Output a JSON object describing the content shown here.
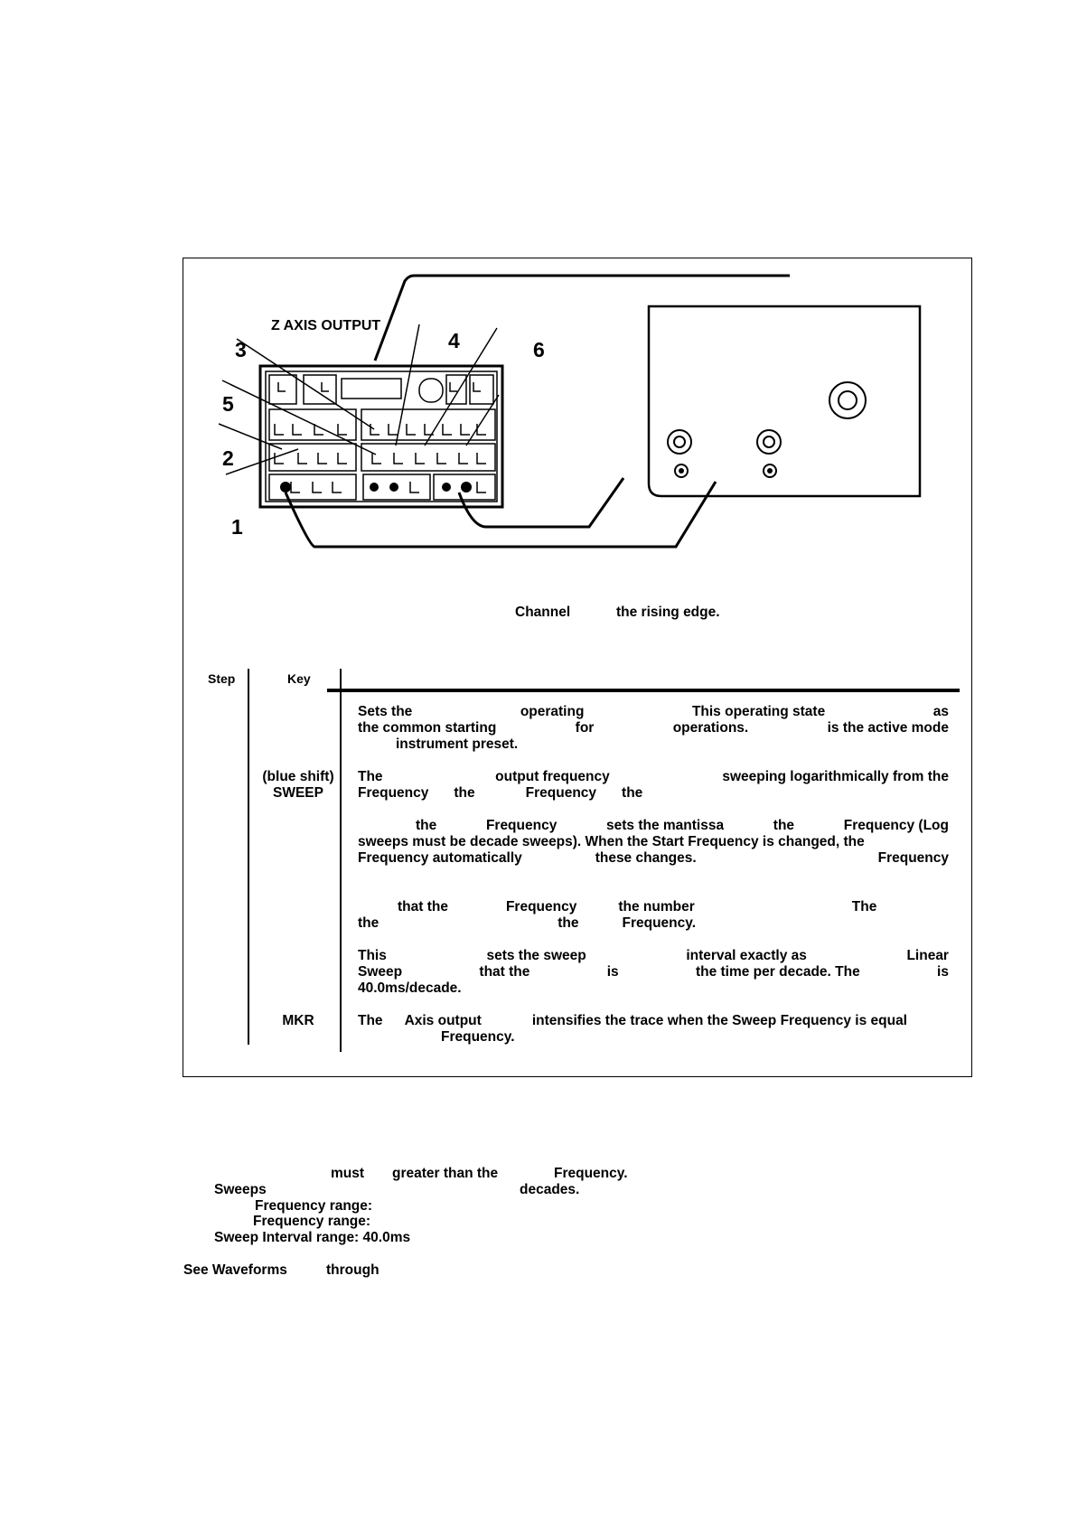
{
  "figure": {
    "z_axis_label": "Z AXIS OUTPUT",
    "callouts": [
      "1",
      "2",
      "3",
      "4",
      "5",
      "6"
    ],
    "caption_left": "Channel",
    "caption_right": "the rising edge."
  },
  "table": {
    "headers": {
      "step": "Step",
      "key": "Key"
    },
    "rows": [
      {
        "key": "",
        "lines": [
          [
            "Sets the",
            "operating",
            "This operating state",
            "as"
          ],
          [
            "the common starting",
            "for",
            "operations.",
            "is the active mode"
          ],
          [
            "instrument preset."
          ]
        ]
      },
      {
        "key": "(blue shift)\nSWEEP",
        "lines": [
          [
            "The",
            "output frequency",
            "sweeping logarithmically from the"
          ],
          [
            "Frequency",
            "the",
            "Frequency",
            "the"
          ]
        ]
      },
      {
        "key": "",
        "lines": [
          [
            "the",
            "Frequency",
            "sets the mantissa",
            "the",
            "Frequency (Log"
          ],
          [
            "sweeps must be decade sweeps). When the Start Frequency is changed, the"
          ],
          [
            "Frequency automatically",
            "these changes.",
            "Frequency"
          ]
        ]
      },
      {
        "key": "",
        "lines": [
          [
            "that the",
            "Frequency",
            "the number",
            "The"
          ],
          [
            "the",
            "the",
            "Frequency."
          ]
        ]
      },
      {
        "key": "",
        "lines": [
          [
            "This",
            "sets the sweep",
            "interval exactly as",
            "Linear"
          ],
          [
            "Sweep",
            "that the",
            "is",
            "the time per decade. The",
            "is"
          ],
          [
            "40.0ms/decade."
          ]
        ]
      },
      {
        "key": "MKR",
        "lines": [
          [
            "The",
            "Axis output",
            "intensifies the trace when the Sweep Frequency is equal"
          ],
          [
            "Frequency."
          ]
        ]
      }
    ]
  },
  "notes": {
    "line1": [
      "must",
      "greater than the",
      "Frequency."
    ],
    "line2": [
      "Sweeps",
      "decades."
    ],
    "line3": "Frequency range:",
    "line4": "Frequency range:",
    "line5": "Sweep Interval range: 40.0ms",
    "line6": [
      "See Waveforms",
      "through"
    ]
  }
}
